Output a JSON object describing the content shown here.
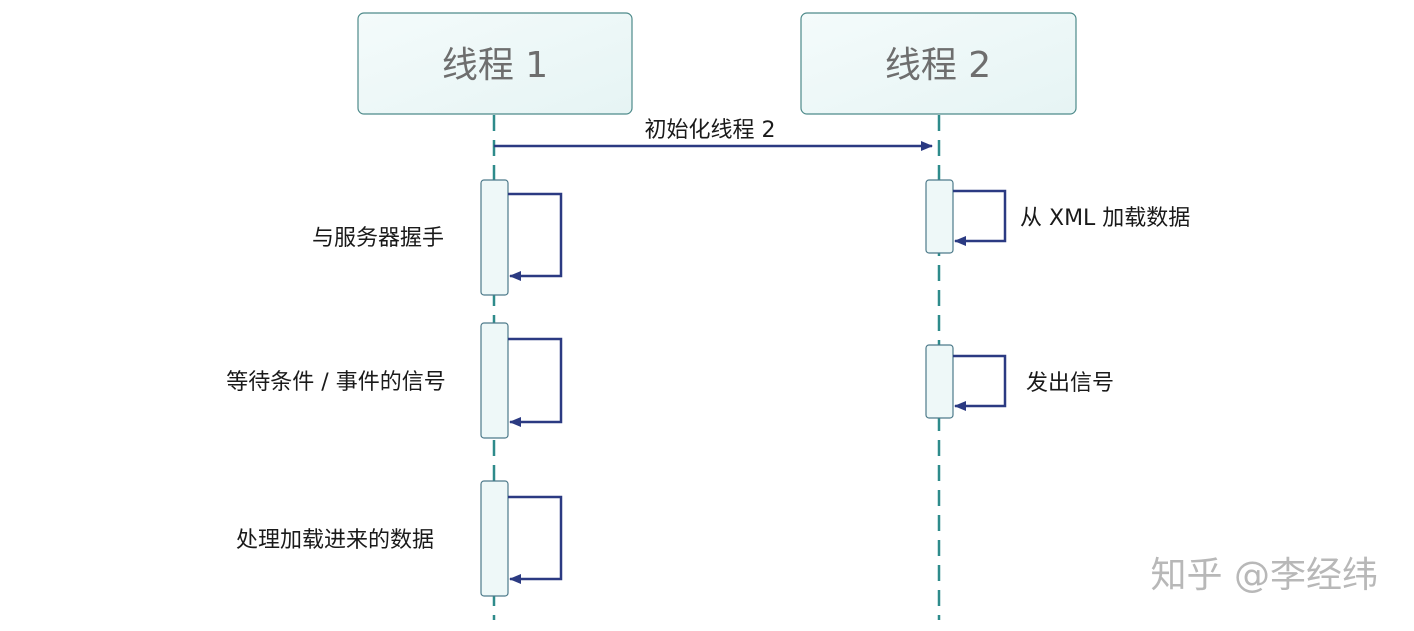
{
  "participants": [
    {
      "id": "thread1",
      "label": "线程   1"
    },
    {
      "id": "thread2",
      "label": "线程   2"
    }
  ],
  "messages": {
    "init": "初始化线程 2",
    "handshake": "与服务器握手",
    "wait": "等待条件 / 事件的信号",
    "process": "处理加载进来的数据",
    "load_xml": "从 XML 加载数据",
    "signal": "发出信号"
  },
  "watermark": "知乎 @李经纬",
  "colors": {
    "header_fill": "#eef8f8",
    "header_border": "#4d8a8a",
    "lifeline": "#2e8b8b",
    "arrow": "#2b3a82",
    "activation_fill": "#eef8f8"
  }
}
